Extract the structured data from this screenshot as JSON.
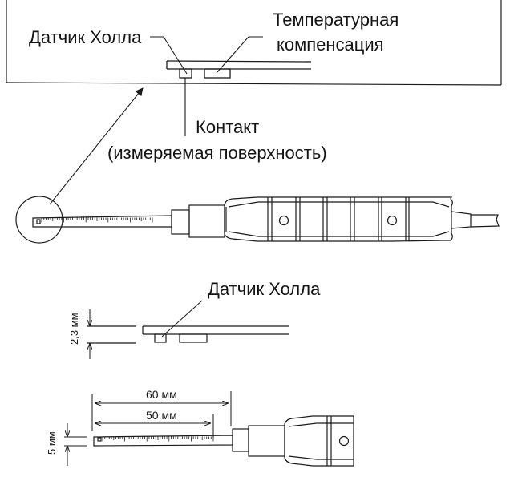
{
  "top_detail": {
    "hall_sensor_label": "Датчик Холла",
    "temp_comp_label_line1": "Температурная",
    "temp_comp_label_line2": "компенсация",
    "contact_label_line1": "Контакт",
    "contact_label_line2": "(измеряемая поверхность)"
  },
  "probe_overview": {
    "description": "Probe with ruler tip, segmented handle and cable"
  },
  "side_detail": {
    "hall_sensor_label": "Датчик Холла",
    "thickness_dimension": "2,3 мм"
  },
  "dimension_view": {
    "length_60": "60 мм",
    "length_50": "50 мм",
    "width_dimension": "5 мм"
  },
  "colors": {
    "line": "#1a1a1a",
    "background": "#ffffff"
  }
}
